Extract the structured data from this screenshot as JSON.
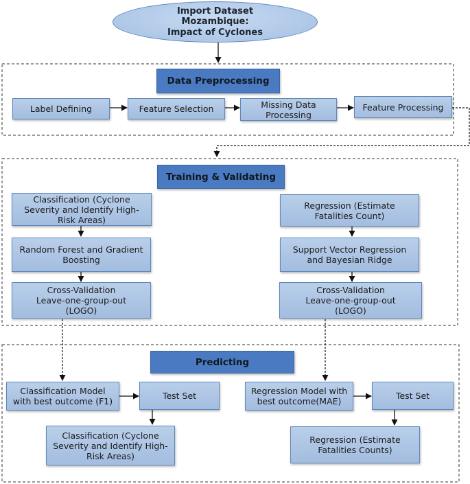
{
  "start": {
    "text": "Import Dataset\nMozambique:\nImpact of Cyclones"
  },
  "preprocessing": {
    "title": "Data Preprocessing",
    "steps": [
      "Label Defining",
      "Feature Selection",
      "Missing Data\nProcessing",
      "Feature Processing"
    ]
  },
  "training": {
    "title": "Training & Validating",
    "classification": {
      "task": "Classification (Cyclone\nSeverity and Identify High-\nRisk Areas)",
      "models": "Random Forest and Gradient\nBoosting",
      "validation": "Cross-Validation\nLeave-one-group-out\n(LOGO)"
    },
    "regression": {
      "task": "Regression (Estimate\nFatalities Count)",
      "models": "Support Vector Regression\nand Bayesian Ridge",
      "validation": "Cross-Validation\nLeave-one-group-out\n(LOGO)"
    }
  },
  "predicting": {
    "title": "Predicting",
    "classification": {
      "model": "Classification Model\nwith best outcome (F1)",
      "test": "Test Set",
      "result": "Classification (Cyclone\nSeverity and Identify High-\nRisk Areas)"
    },
    "regression": {
      "model": "Regression Model with\nbest outcome(MAE)",
      "test": "Test Set",
      "result": "Regression (Estimate\nFatalities Counts)"
    }
  }
}
